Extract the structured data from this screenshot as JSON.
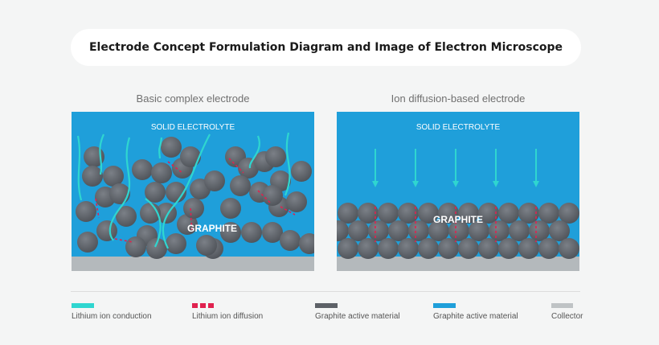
{
  "title": "Electrode Concept Formulation Diagram and Image of Electron Microscope",
  "panels": {
    "left": {
      "title": "Basic complex electrode",
      "top_label": "SOLID ELECTROLYTE",
      "center_label": "GRAPHITE"
    },
    "right": {
      "title": "Ion diffusion-based electrode",
      "top_label": "SOLID ELECTROLYTE",
      "center_label": "GRAPHITE"
    }
  },
  "legend": [
    {
      "label": "Lithium ion conduction",
      "color": "#2fd6d0",
      "style": "solid"
    },
    {
      "label": "Lithium ion diffusion",
      "color": "#e0224f",
      "style": "dashed"
    },
    {
      "label": "Graphite active material",
      "color": "#5d6167",
      "style": "solid"
    },
    {
      "label": "Graphite active material",
      "color": "#1f9fda",
      "style": "solid"
    },
    {
      "label": "Collector",
      "color": "#bfc3c5",
      "style": "solid"
    }
  ],
  "colors": {
    "electrolyte": "#1f9fda",
    "graphite": "#5d6167",
    "collector": "#b4b9bc",
    "conduction": "#2fd6d0",
    "diffusion": "#e0224f"
  }
}
